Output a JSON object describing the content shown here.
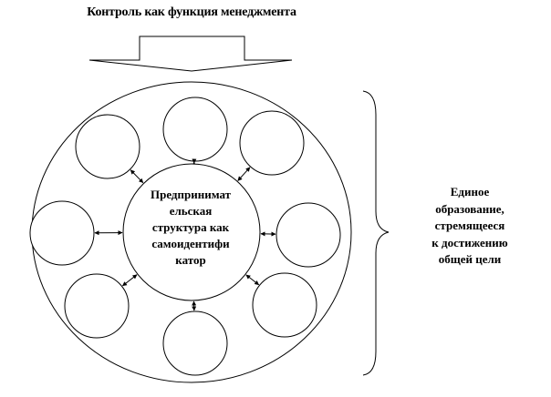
{
  "title": "Контроль как функция менеджмента",
  "center_label": "Предпринимат\nельская\nструктура как\nсамоидентифи\nкатор",
  "right_label": "Единое\nобразование,\nстремящееся\nк достижению\nобщей цели",
  "satellite_count": 8,
  "colors": {
    "stroke": "#000000",
    "fill": "#ffffff"
  }
}
